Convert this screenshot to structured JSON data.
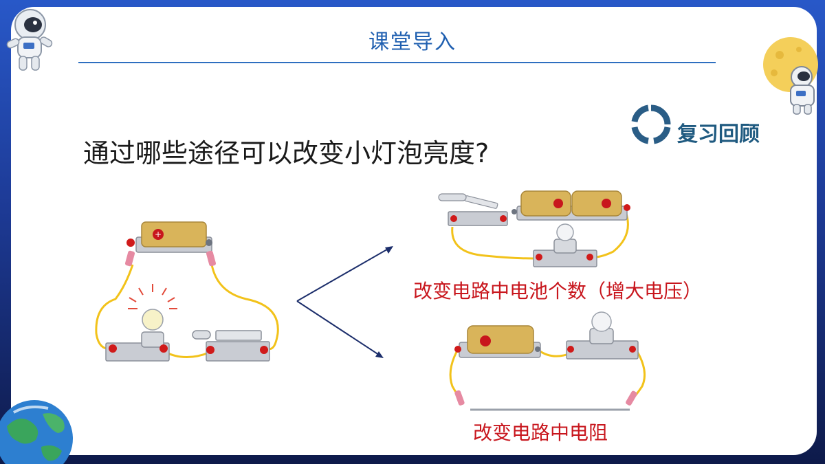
{
  "slide": {
    "header_title": "课堂导入",
    "question": "通过哪些途径可以改变小灯泡亮度?",
    "review_label": "复习回顾"
  },
  "options": [
    {
      "label": "改变电路中电池个数（增大电压）"
    },
    {
      "label": "改变电路中电阻"
    }
  ],
  "colors": {
    "title_blue": "#1f5fb0",
    "label_red": "#c8161d",
    "review_teal": "#1f5a80",
    "wire_yellow": "#f2c21a",
    "battery_gold": "#d9b45a",
    "arrow_navy": "#1c2e6b"
  },
  "icons": [
    "astronaut-icon",
    "moon-astronaut-icon",
    "earth-icon",
    "refresh-ring-icon",
    "arrow-icon"
  ]
}
